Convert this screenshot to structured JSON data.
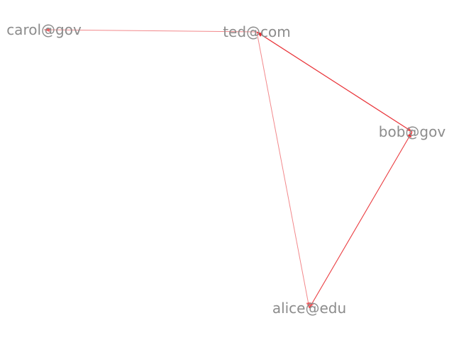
{
  "graph": {
    "edge_color": "#e8262b",
    "label_color": "#8c8c8c",
    "nodes": [
      {
        "id": "carol",
        "label": "carol@gov"
      },
      {
        "id": "ted",
        "label": "ted@com"
      },
      {
        "id": "bob",
        "label": "bob@gov"
      },
      {
        "id": "alice",
        "label": "alice@edu"
      }
    ],
    "edges": [
      {
        "from": "ted",
        "to": "carol"
      },
      {
        "from": "bob",
        "to": "ted"
      },
      {
        "from": "ted",
        "to": "bob"
      },
      {
        "from": "alice",
        "to": "bob"
      },
      {
        "from": "bob",
        "to": "alice"
      },
      {
        "from": "ted",
        "to": "alice"
      }
    ]
  }
}
